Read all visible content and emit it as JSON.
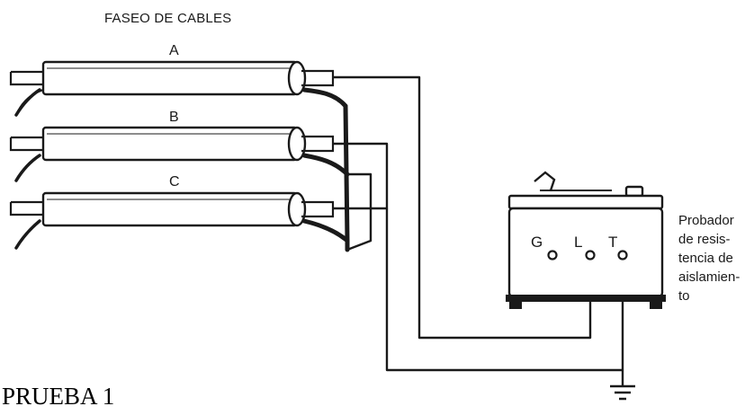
{
  "title": "FASEO DE CABLES",
  "cables": [
    {
      "label": "A"
    },
    {
      "label": "B"
    },
    {
      "label": "C"
    }
  ],
  "tester": {
    "terminals": [
      "G",
      "L",
      "T"
    ],
    "side_label": [
      "Probador",
      "de resis-",
      "tencia de",
      "aislamien-",
      "to"
    ]
  },
  "caption": "PRUEBA 1"
}
